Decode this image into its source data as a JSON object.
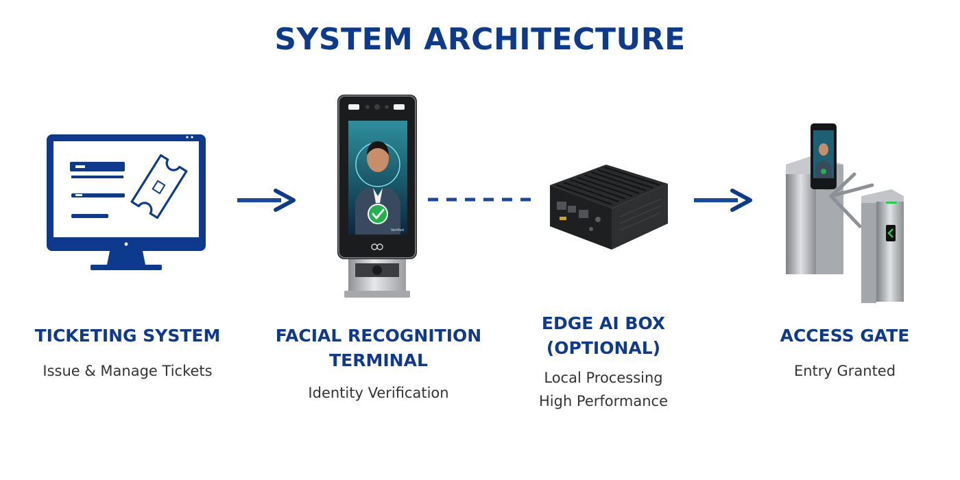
{
  "title": "SYSTEM ARCHITECTURE",
  "colors": {
    "accent": "#0d3a8c",
    "verified": "#22b24c",
    "desc_text": "#333333"
  },
  "stages": [
    {
      "icon": "computer-monitor-ticket-icon",
      "label_lines": [
        "TICKETING SYSTEM"
      ],
      "desc_lines": [
        "Issue & Manage Tickets"
      ]
    },
    {
      "icon": "facial-recognition-terminal-image",
      "label_lines": [
        "FACIAL RECOGNITION",
        "TERMINAL"
      ],
      "desc_lines": [
        "Identity Verification"
      ],
      "screen_text": "Verified"
    },
    {
      "icon": "edge-ai-box-image",
      "label_lines": [
        "EDGE AI BOX",
        "(OPTIONAL)"
      ],
      "desc_lines": [
        "Local Processing",
        "High Performance"
      ]
    },
    {
      "icon": "access-gate-image",
      "label_lines": [
        "ACCESS GATE"
      ],
      "desc_lines": [
        "Entry Granted"
      ]
    }
  ],
  "connectors": [
    {
      "from": 0,
      "to": 1,
      "style": "arrow"
    },
    {
      "from": 1,
      "to": 2,
      "style": "dashed"
    },
    {
      "from": 2,
      "to": 3,
      "style": "arrow"
    }
  ]
}
